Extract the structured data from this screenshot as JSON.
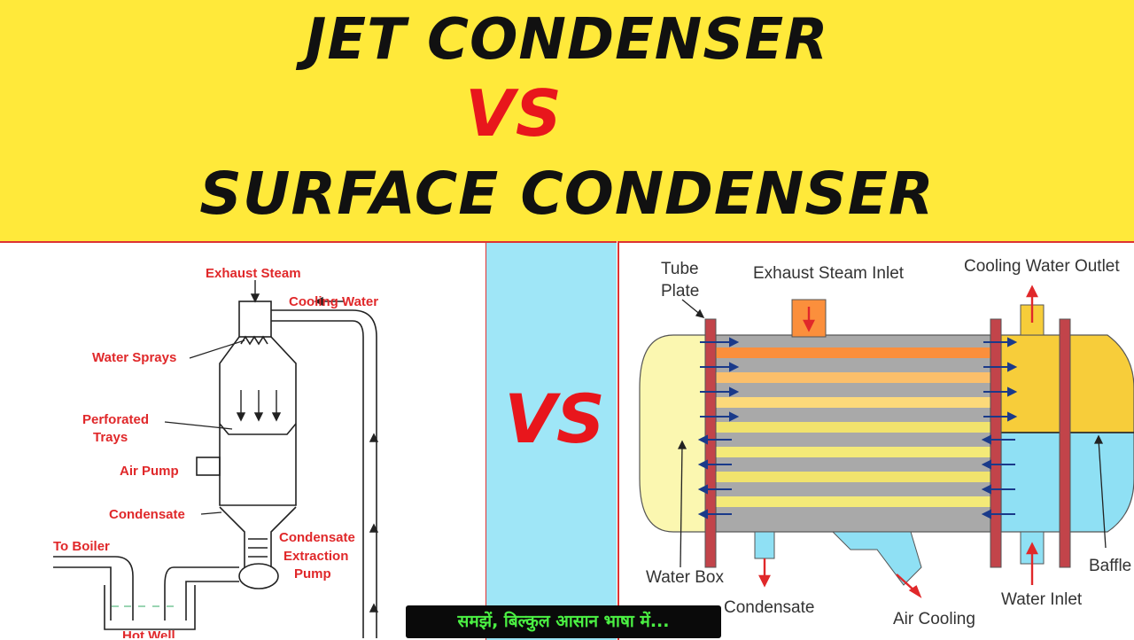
{
  "title": {
    "line1": "JET  CONDENSER",
    "line2": "VS",
    "line3": "SURFACE CONDENSER"
  },
  "vs_middle": "VS",
  "jet_diagram": {
    "labels": {
      "exhaust_steam": "Exhaust Steam",
      "cooling_water": "Cooling Water",
      "water_sprays": "Water Sprays",
      "perforated_trays_1": "Perforated",
      "perforated_trays_2": "Trays",
      "air_pump": "Air Pump",
      "condensate": "Condensate",
      "to_boiler": "To Boiler",
      "cep_1": "Condensate",
      "cep_2": "Extraction",
      "cep_3": "Pump",
      "hot_well": "Hot Well"
    }
  },
  "surface_diagram": {
    "labels": {
      "tube_plate_1": "Tube",
      "tube_plate_2": "Plate",
      "exhaust_steam_inlet": "Exhaust Steam Inlet",
      "cooling_water_outlet": "Cooling Water Outlet",
      "water_box": "Water Box",
      "condensate": "Condensate",
      "air_cooling": "Air Cooling",
      "water_inlet": "Water Inlet",
      "baffle": "Baffle"
    }
  },
  "tagline": "समझें, बिल्कुल आसान भाषा में...",
  "colors": {
    "banner": "#ffe93a",
    "accent_red": "#e8161c",
    "mid_panel": "#9fe6f7",
    "tag_text": "#4bf043"
  }
}
